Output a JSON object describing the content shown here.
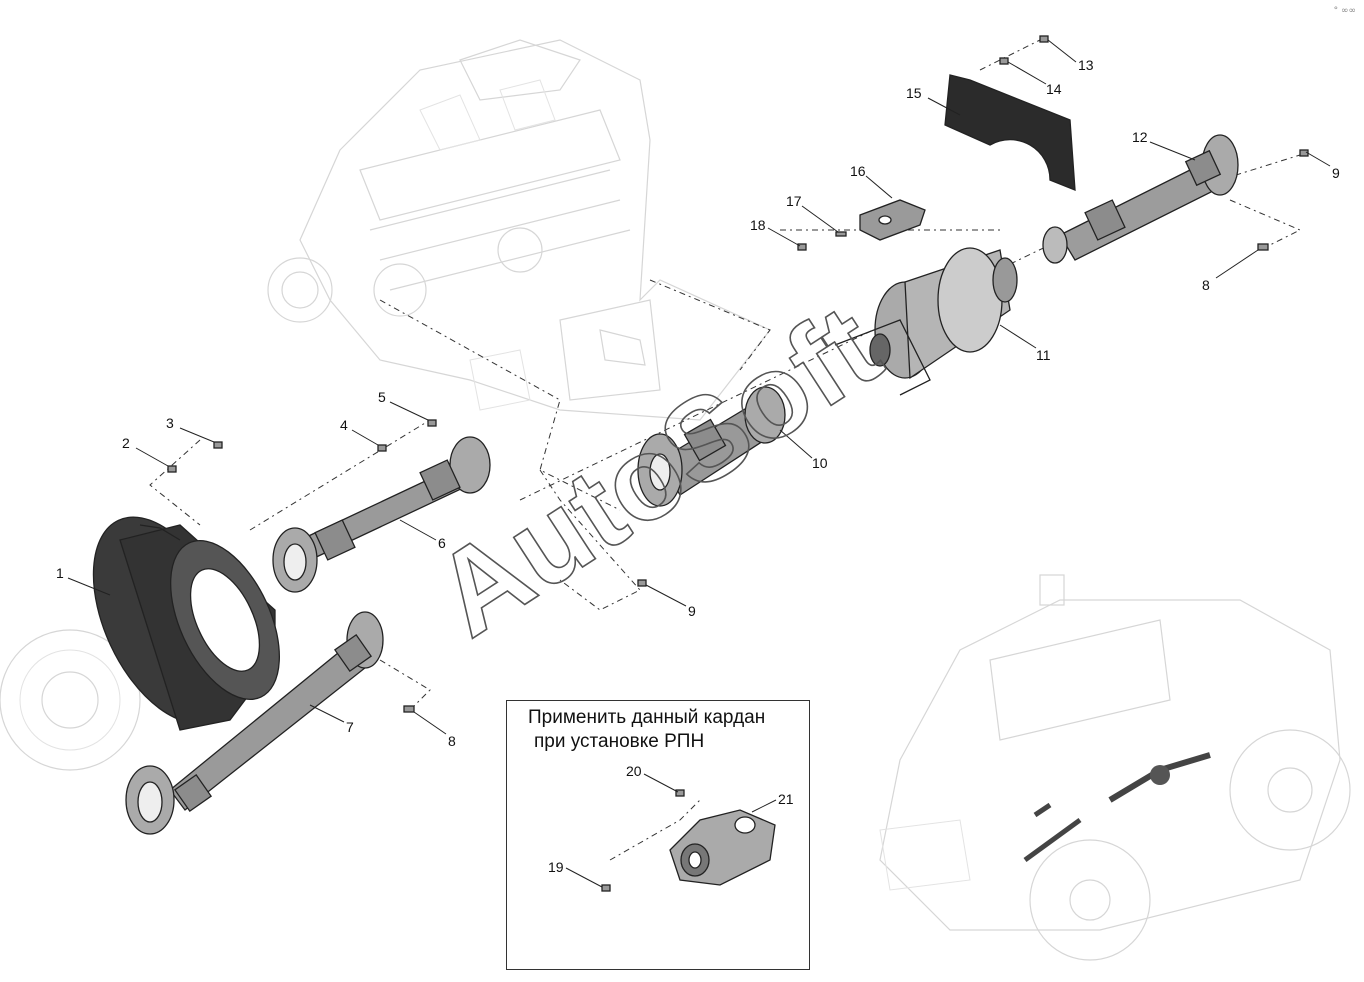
{
  "note": {
    "line1": "Применить данный кардан",
    "line2": "при установке РПН"
  },
  "watermark": "AutoSoft",
  "corner_mark": "° ∞∞",
  "callouts": [
    "1",
    "2",
    "3",
    "4",
    "5",
    "6",
    "7",
    "8",
    "9",
    "10",
    "11",
    "12",
    "13",
    "14",
    "15",
    "16",
    "17",
    "18",
    "19",
    "20",
    "21"
  ],
  "callout_second": [
    "8",
    "9"
  ]
}
